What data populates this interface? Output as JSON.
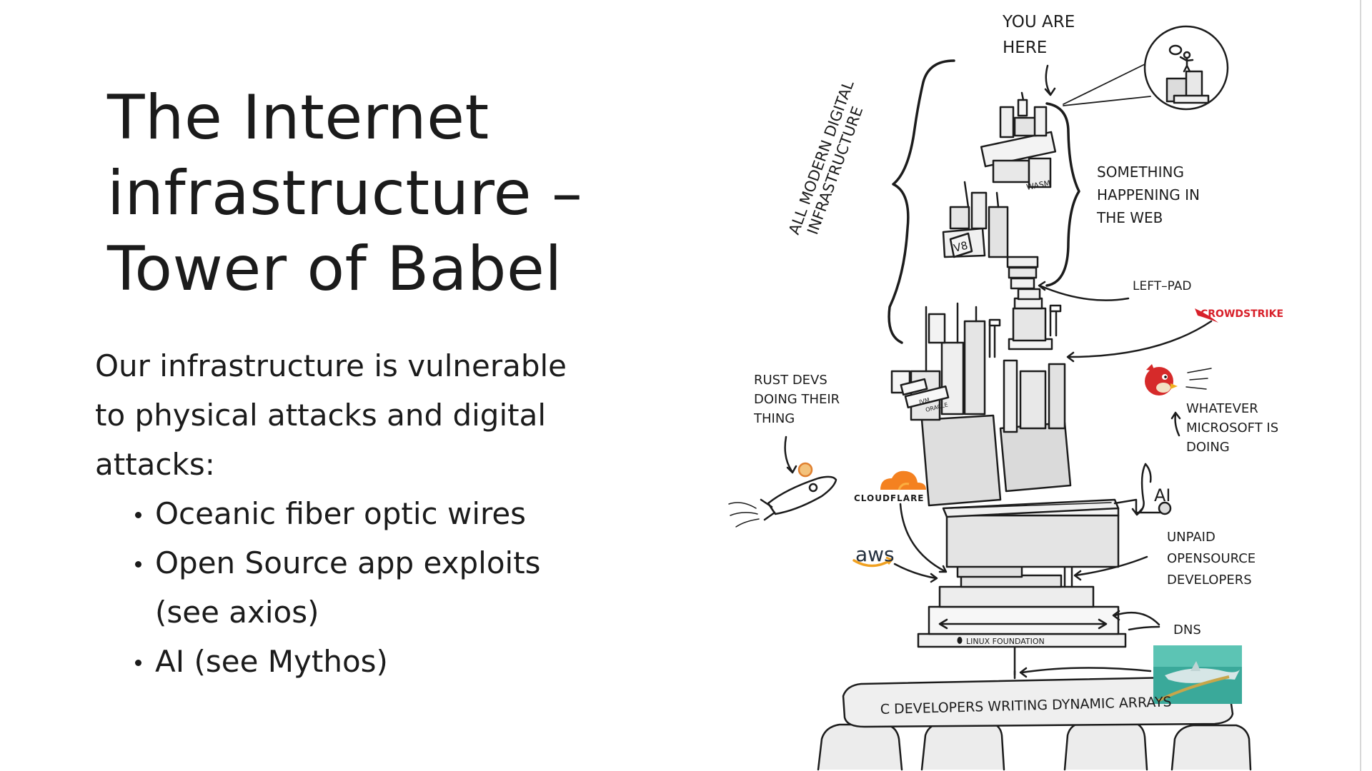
{
  "slide": {
    "title_lines": [
      "The Internet",
      "infrastructure –",
      "Tower of Babel"
    ],
    "intro_lines": [
      "Our infrastructure is vulnerable",
      "to physical attacks and digital",
      "attacks:"
    ],
    "bullets": [
      {
        "lines": [
          "Oceanic fiber optic wires"
        ]
      },
      {
        "lines": [
          "Open Source app exploits",
          "(see axios)"
        ]
      },
      {
        "lines": [
          "AI (see Mythos)"
        ]
      }
    ]
  },
  "illustration": {
    "you_are_here": [
      "YOU ARE",
      "HERE"
    ],
    "all_modern": [
      "ALL MODERN DIGITAL",
      "INFRASTRUCTURE"
    ],
    "something_happening": [
      "SOMETHING",
      "HAPPENING IN",
      "THE WEB"
    ],
    "left_pad": "LEFT–PAD",
    "crowdstrike": "CROWDSTRIKE",
    "microsoft": [
      "WHATEVER",
      "MICROSOFT IS",
      "DOING"
    ],
    "rust": [
      "RUST DEVS",
      "DOING THEIR",
      "THING"
    ],
    "cloudflare": "CLOUDFLARE",
    "ai": "AI",
    "aws": "aws",
    "unpaid": [
      "UNPAID",
      "OPENSOURCE",
      "DEVELOPERS"
    ],
    "dns": "DNS",
    "linux": "LINUX FOUNDATION",
    "c_devs": "C DEVELOPERS WRITING DYNAMIC ARRAYS",
    "wasm": "WASM",
    "v8": "V8",
    "jvm": "JVM",
    "oracle": "ORACLE",
    "colors": {
      "crowdstrike": "#d8202a",
      "cloudflare": "#f48120",
      "aws_smile": "#f0a020",
      "bird": "#d62a2a",
      "shark_water": "#3aa99a"
    }
  }
}
